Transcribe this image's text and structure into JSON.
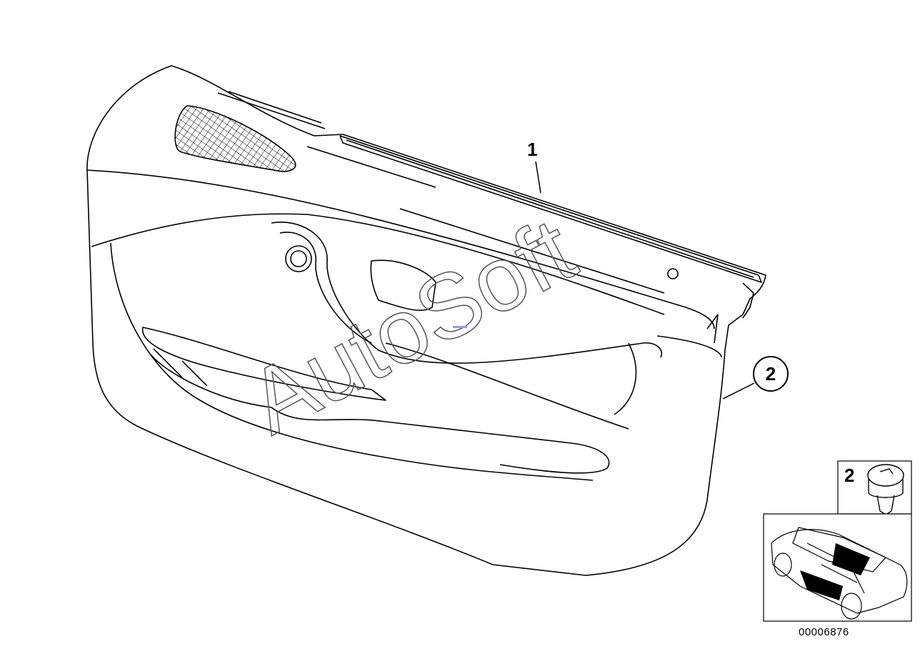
{
  "callouts": {
    "label_1": "1",
    "label_2": "2",
    "inset_label": "2"
  },
  "watermark": "AutoSoft",
  "diagram_number": "00006876",
  "colors": {
    "line": "#000000",
    "watermark": "#555555",
    "marker": "#9a9ae8"
  }
}
